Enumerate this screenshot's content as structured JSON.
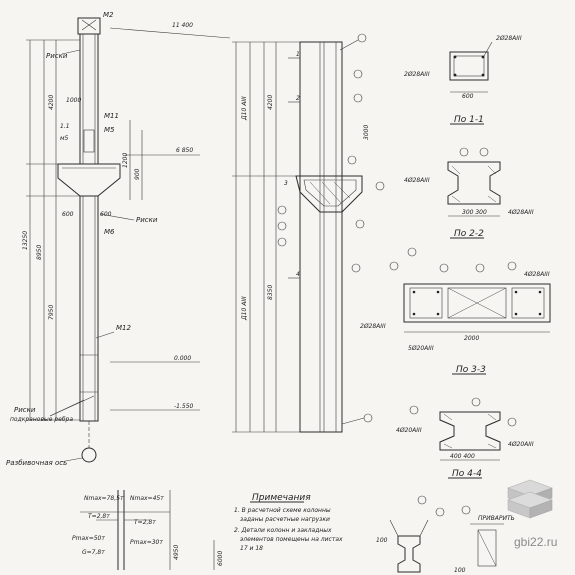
{
  "sections": {
    "s11": "По 1-1",
    "s22": "По 2-2",
    "s33": "По 3-3",
    "s44": "По 4-4"
  },
  "notes": {
    "title": "Примечания",
    "line1": "1. В расчетной схеме колонны",
    "line2": "заданы расчетные нагрузки",
    "line3": "2. Детали колонн и закладных",
    "line4": "элементов помещены на листах",
    "line5": "17 и 18"
  },
  "elevation": {
    "marker_top": "М2",
    "marker_mid": "М11",
    "marker_m5": "М5",
    "marker_m6": "М6",
    "marker_bottom": "М12",
    "risk_label": "Риски",
    "risk_label_bottom": "Риски",
    "risk_sub": "подкрановые ребра",
    "axis_label": "Разбивочная ось",
    "dim_top": "11 400",
    "dim_mid": "6 850",
    "dim_low": "0.000",
    "dim_low2": "-1.550"
  },
  "watermark": {
    "text": "gbi22.ru",
    "pattern_word": "ПРИВАРИТЬ"
  },
  "palette": {
    "ink": "#2b2b2b",
    "paper": "#f6f5f1",
    "watermark": "#8a8a8a"
  }
}
